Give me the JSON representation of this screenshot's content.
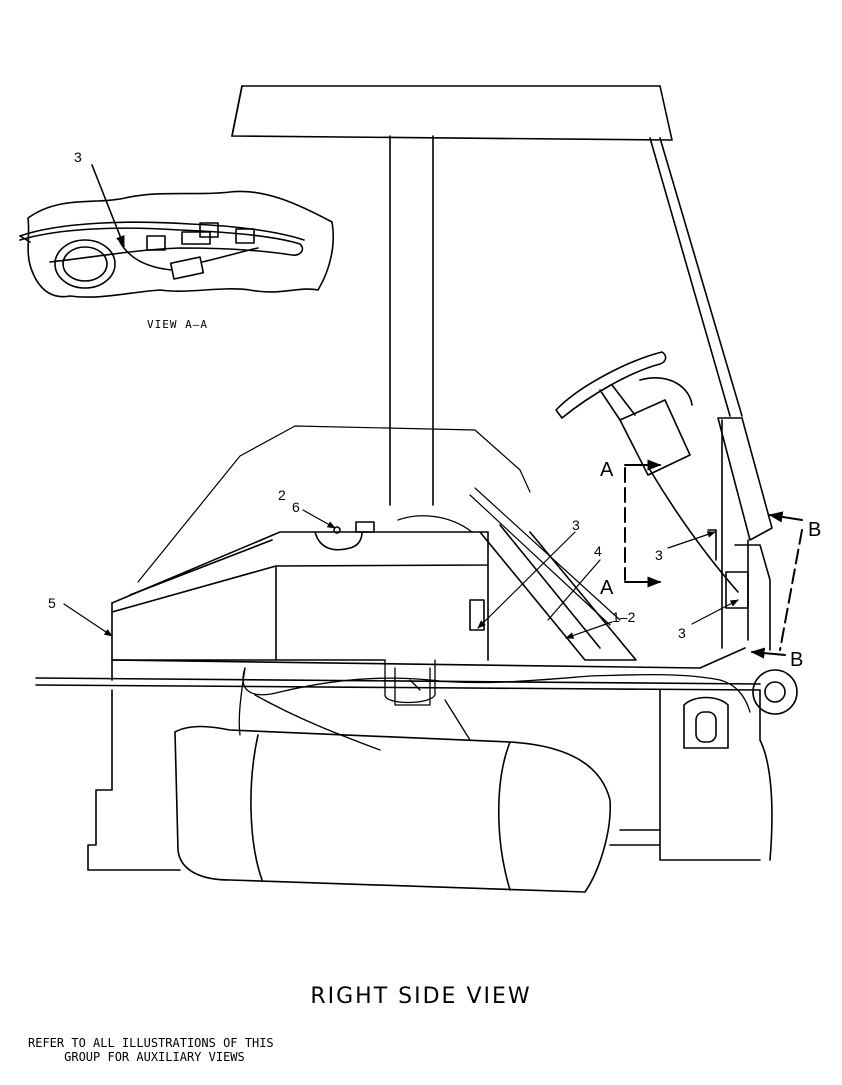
{
  "inset": {
    "label": "VIEW A–A",
    "callout": "3"
  },
  "callouts": {
    "c26_top": "2",
    "c26_bot": "6",
    "c3_tank": "3",
    "c4": "4",
    "c5": "5",
    "c12": "1–2",
    "c3_upper": "3",
    "c3_lower": "3"
  },
  "section_marks": {
    "a_top": "A",
    "a_bot": "A",
    "b_top": "B",
    "b_bot": "B"
  },
  "title": "RIGHT SIDE VIEW",
  "note_line1": "REFER TO ALL ILLUSTRATIONS OF THIS",
  "note_line2": "     GROUP FOR AUXILIARY VIEWS",
  "icons": [
    "leader-arrow-icon",
    "section-arrow-icon"
  ]
}
